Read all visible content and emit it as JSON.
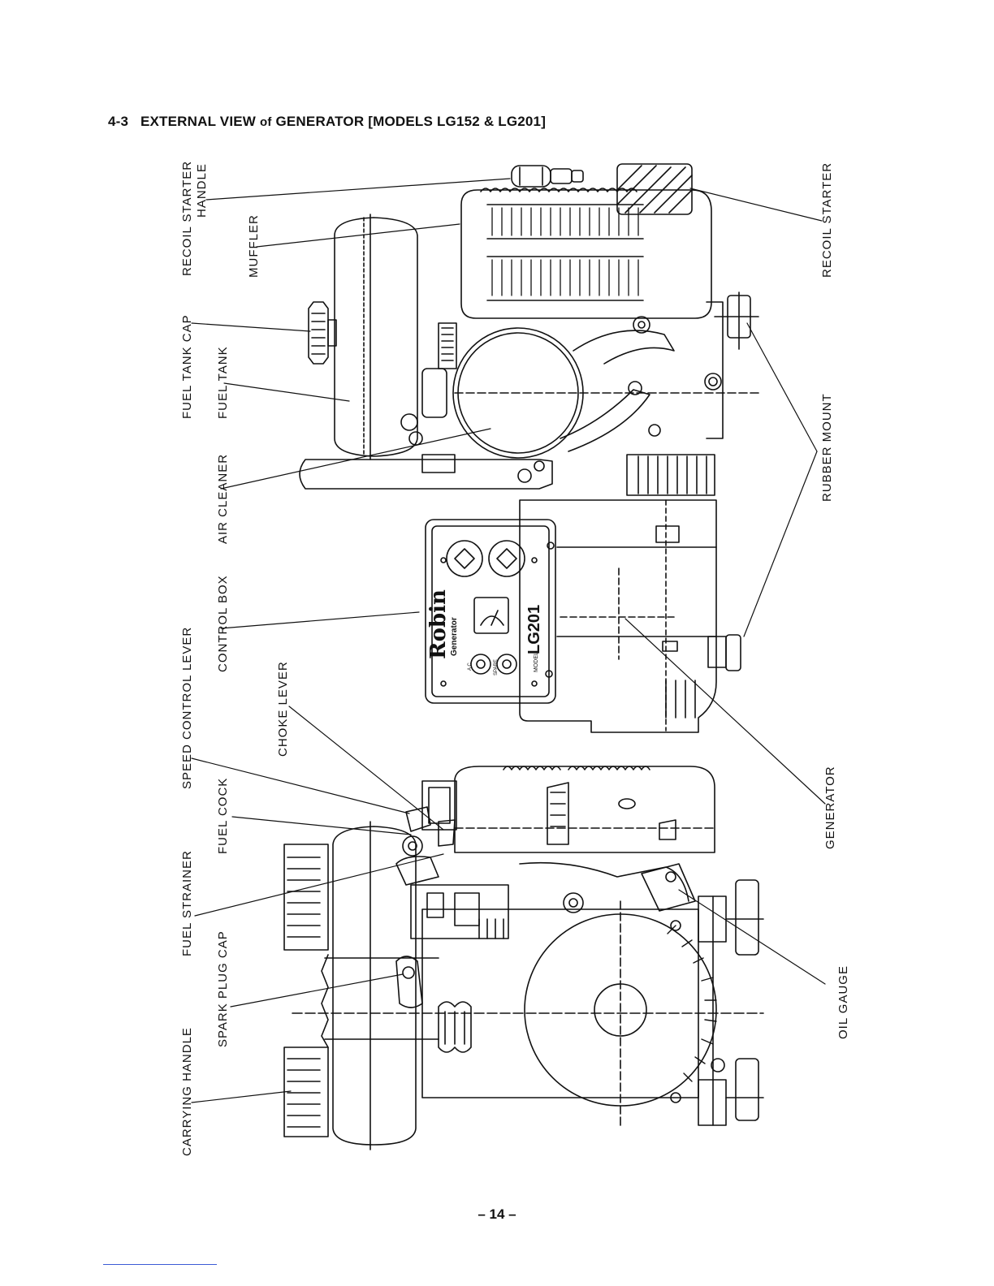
{
  "heading": {
    "number": "4-3",
    "text_part1": "EXTERNAL VIEW",
    "text_of": "of",
    "text_part2": "GENERATOR [MODELS LG152 & LG201]"
  },
  "labels": {
    "recoil_starter_handle_line1": "RECOIL STARTER",
    "recoil_starter_handle_line2": "HANDLE",
    "muffler": "MUFFLER",
    "fuel_tank_cap": "FUEL TANK CAP",
    "fuel_tank": "FUEL TANK",
    "air_cleaner": "AIR CLEANER",
    "control_box": "CONTROL BOX",
    "speed_control_lever": "SPEED CONTROL LEVER",
    "choke_lever": "CHOKE LEVER",
    "fuel_cock": "FUEL COCK",
    "fuel_strainer": "FUEL STRAINER",
    "spark_plug_cap": "SPARK PLUG CAP",
    "carrying_handle": "CARRYING HANDLE",
    "recoil_starter": "RECOIL STARTER",
    "rubber_mount": "RUBBER MOUNT",
    "generator": "GENERATOR",
    "oil_gauge": "OIL GAUGE"
  },
  "panel": {
    "brand": "Robin",
    "subtitle": "Generator",
    "model_prefix": "MODEL",
    "model": "LG201",
    "ac": "A C",
    "spare": "SPARE"
  },
  "page_number": "– 14 –"
}
